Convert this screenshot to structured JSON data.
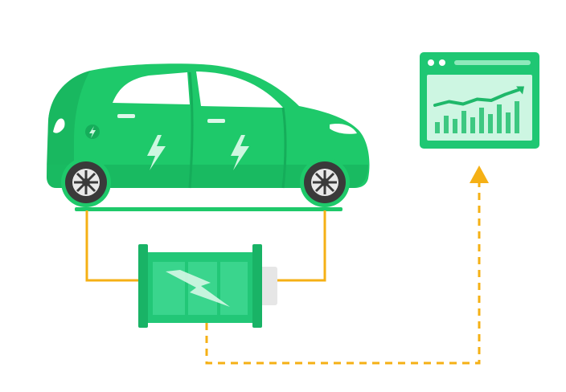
{
  "colors": {
    "car_main": "#1ec96a",
    "car_dark": "#15ad5a",
    "car_light": "#3fdc88",
    "window": "#ffffff",
    "bolt": "#cdf7e0",
    "tire": "#3a3a3a",
    "hub": "#e9e9e9",
    "wire": "#f5b015",
    "battery": "#22c777",
    "battery_cell": "#4ee0a0",
    "battery_cap": "#e6e6e6",
    "dashboard": "#1fc773",
    "dashboard_screen": "#cdf6e2",
    "chart_bar": "#23c070",
    "arrow": "#f5b015",
    "ground": "#1ec96a"
  },
  "icons": {
    "car": "electric-car-icon",
    "battery": "battery-icon",
    "dashboard": "analytics-dashboard-icon",
    "bolt": "lightning-bolt-icon",
    "arrow": "arrow-up-icon"
  },
  "dashboard_chart": {
    "bars": [
      0.35,
      0.55,
      0.45,
      0.7,
      0.5,
      0.8,
      0.6,
      0.9,
      0.65,
      1.0
    ],
    "trend": [
      0.3,
      0.45,
      0.35,
      0.55,
      0.5,
      0.75,
      0.95
    ]
  }
}
